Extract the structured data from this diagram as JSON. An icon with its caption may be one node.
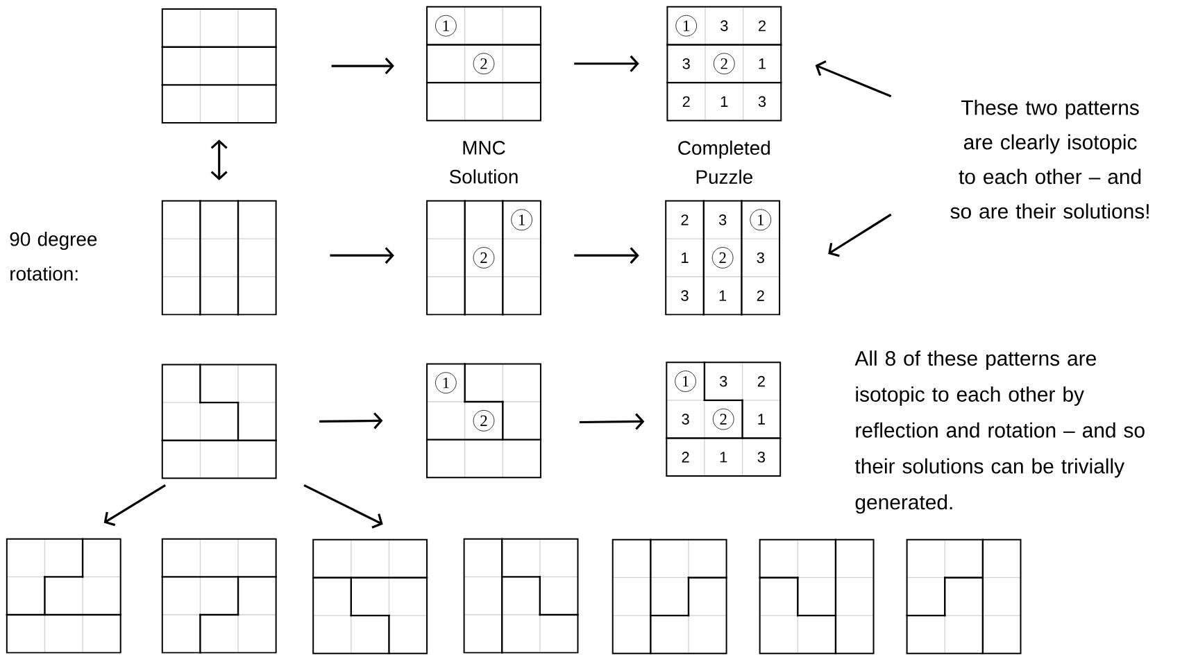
{
  "diagram": {
    "nodes": [
      {
        "text": [],
        "shape": "grid"
      },
      {
        "text": [
          "1",
          "2"
        ],
        "beside": [
          "MNC Solution"
        ]
      },
      {
        "text": [
          "1",
          "3",
          "2",
          "3",
          "2",
          "1",
          "2",
          "1",
          "3"
        ],
        "beside": [
          "Completed Puzzle"
        ]
      },
      {
        "text": [],
        "shape": "grid"
      },
      {
        "text": [
          "1",
          "2"
        ]
      },
      {
        "text": [
          "2",
          "3",
          "1",
          "1",
          "2",
          "3",
          "3",
          "1",
          "2"
        ]
      },
      {
        "text": [
          "These two patterns are clearly isotopic to each other – and so are their solutions!"
        ]
      },
      {
        "text": [],
        "shape": "grid"
      },
      {
        "text": [
          "1",
          "2"
        ]
      },
      {
        "text": [
          "1",
          "3",
          "2",
          "3",
          "2",
          "1",
          "2",
          "1",
          "3"
        ]
      },
      {
        "text": [],
        "shape": "grid"
      },
      {
        "text": [],
        "shape": "grid"
      },
      {
        "text": [],
        "shape": "grid"
      },
      {
        "text": [],
        "shape": "grid"
      },
      {
        "text": [],
        "shape": "grid"
      },
      {
        "text": [],
        "shape": "grid"
      },
      {
        "text": [],
        "shape": "grid"
      }
    ],
    "edges": [
      {
        "from": 0,
        "to": 1,
        "arrow": "to"
      },
      {
        "from": 1,
        "to": 2,
        "arrow": "to"
      },
      {
        "from": 0,
        "to": 3,
        "arrow": "both"
      },
      {
        "from": 3,
        "to": 4,
        "arrow": "to"
      },
      {
        "from": 4,
        "to": 5,
        "arrow": "to"
      },
      {
        "from": 6,
        "to": 2,
        "arrow": "to"
      },
      {
        "from": 6,
        "to": 5,
        "arrow": "to"
      },
      {
        "from": 7,
        "to": 8,
        "arrow": "to"
      },
      {
        "from": 8,
        "to": 9,
        "arrow": "to"
      },
      {
        "from": 7,
        "to": 10,
        "arrow": "to"
      },
      {
        "from": 7,
        "to": 12,
        "arrow": "to"
      }
    ],
    "labels": [
      "90 degree rotation:",
      "All 8 of these patterns are isotopic to each other by reflection and rotation – and so their solutions can be trivially generated."
    ]
  }
}
